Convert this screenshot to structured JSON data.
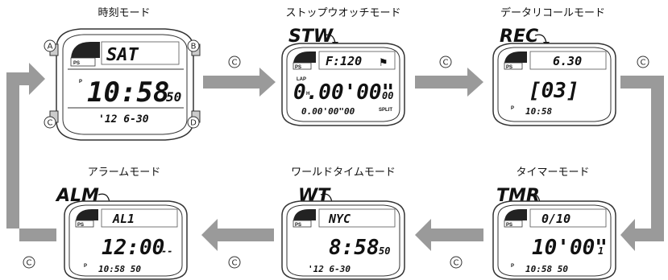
{
  "modes": [
    {
      "title": "時刻モード",
      "code": "",
      "top": "SAT",
      "main": "10:58",
      "sec": "50",
      "bottom": "'12  6-30",
      "ps": "PS",
      "p": "P",
      "side_labels": [
        "A",
        "B",
        "C",
        "D"
      ]
    },
    {
      "title": "ストップウオッチモード",
      "code": "STW",
      "top": "F:120",
      "main": "0.00'00\"",
      "sec": "00",
      "bottom": "0.00'00\"00",
      "lap": "LAP",
      "h": "H",
      "split": "SPLIT",
      "ps": "PS"
    },
    {
      "title": "データリコールモード",
      "code": "REC",
      "top": "6.30",
      "main": "[03]",
      "sec": "",
      "bottom": "10:58",
      "ps": "PS",
      "p": "P"
    },
    {
      "title": "アラームモード",
      "code": "ALM",
      "top": "AL1",
      "main": "12:00",
      "sec": "--",
      "bottom": "10:58 50",
      "ps": "PS",
      "p": "P"
    },
    {
      "title": "ワールドタイムモード",
      "code": "WT",
      "top": "NYC",
      "main": "8:58",
      "sec": "50",
      "bottom": "'12  6-30",
      "ps": "PS"
    },
    {
      "title": "タイマーモード",
      "code": "TMR",
      "top": "0/10",
      "main": "10'00\"",
      "sec": "1",
      "bottom": "10:58 50",
      "ps": "PS",
      "p": "P"
    }
  ],
  "button_c": "C"
}
